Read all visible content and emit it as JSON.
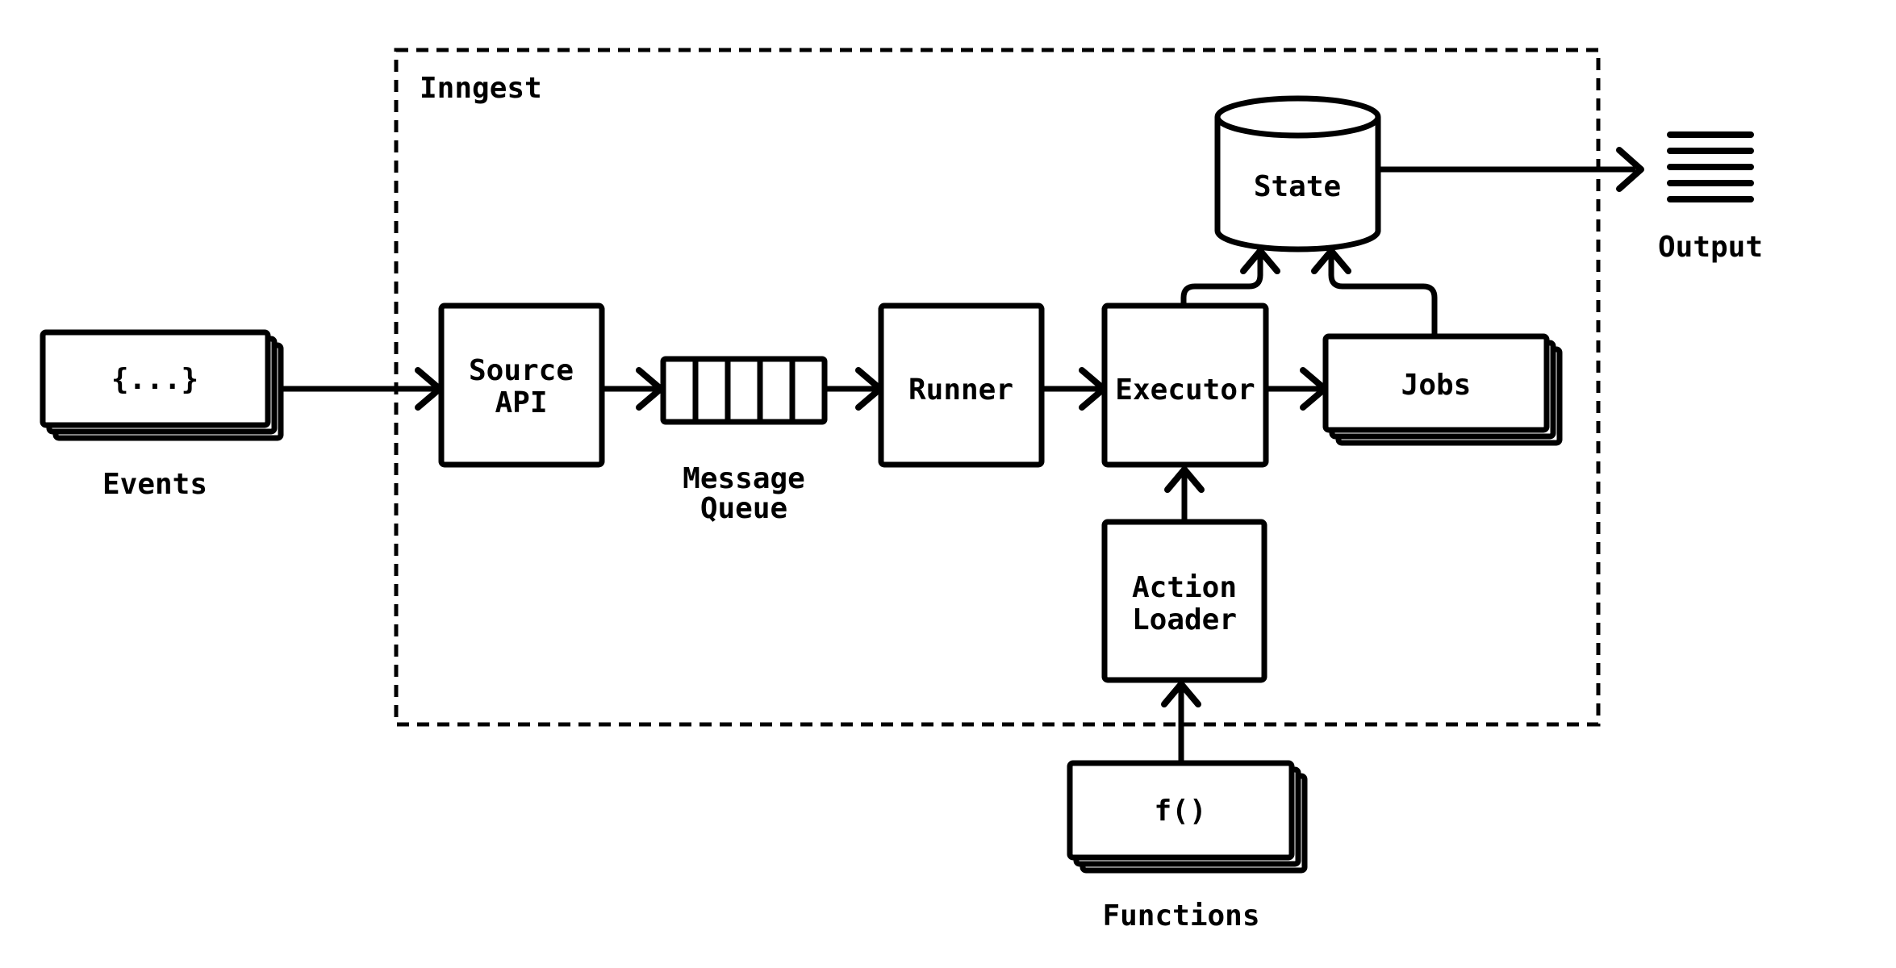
{
  "container": {
    "label": "Inngest"
  },
  "events": {
    "box_text": "{...}",
    "caption": "Events"
  },
  "source_api": {
    "line1": "Source",
    "line2": "API"
  },
  "message_queue": {
    "line1": "Message",
    "line2": "Queue"
  },
  "runner": {
    "label": "Runner"
  },
  "executor": {
    "label": "Executor"
  },
  "jobs": {
    "label": "Jobs"
  },
  "state": {
    "label": "State"
  },
  "action_loader": {
    "line1": "Action",
    "line2": "Loader"
  },
  "functions": {
    "box_text": "f()",
    "caption": "Functions"
  },
  "output": {
    "caption": "Output"
  },
  "colors": {
    "ink": "#000000",
    "background": "#ffffff"
  }
}
